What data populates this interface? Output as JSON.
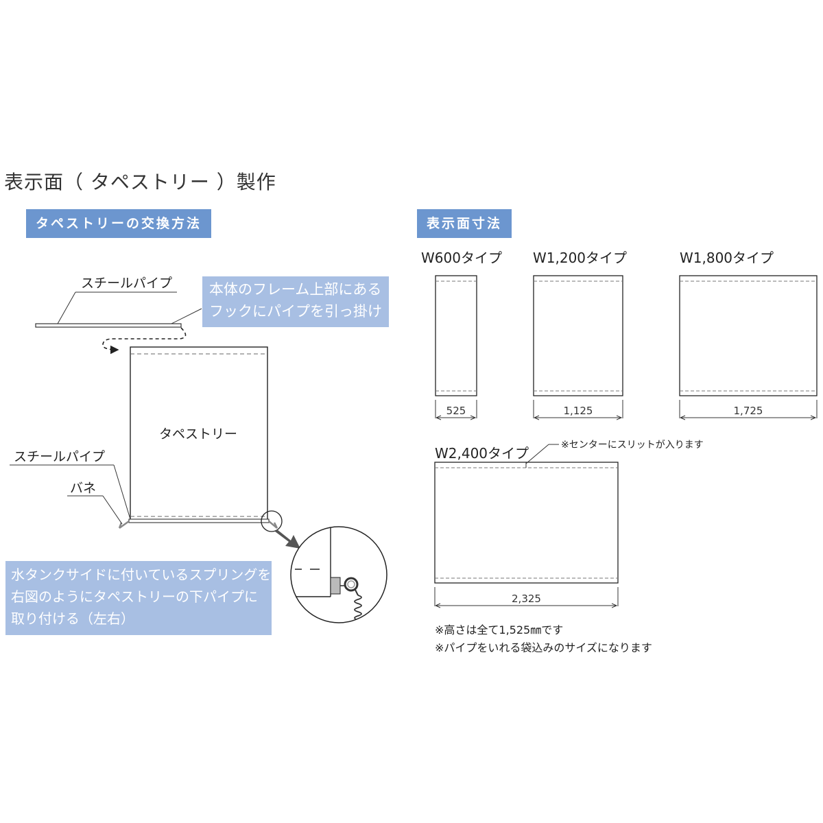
{
  "title": "表示面（ タペストリー ）製作",
  "left_section": {
    "label": "タペストリーの交換方法",
    "pipe_label_top": "スチールパイプ",
    "note_top": [
      "本体のフレーム上部にある",
      "フックにパイプを引っ掛ける"
    ],
    "tapestry_label": "タペストリー",
    "pipe_label_bottom": "スチールパイプ",
    "spring_label": "バネ",
    "note_bottom": [
      "水タンクサイドに付いているスプリングを",
      "右図のようにタペストリーの下パイプに",
      "取り付ける（左右）"
    ]
  },
  "right_section": {
    "label": "表示面寸法",
    "types": [
      {
        "name": "W600タイプ",
        "width": "525"
      },
      {
        "name": "W1,200タイプ",
        "width": "1,125"
      },
      {
        "name": "W1,800タイプ",
        "width": "1,725"
      },
      {
        "name": "W2,400タイプ",
        "width": "2,325"
      }
    ],
    "slit_note": "※センターにスリットが入ります",
    "footnotes": [
      "※高さは全て1,525㎜です",
      "※パイプをいれる袋込みのサイズになります"
    ]
  },
  "colors": {
    "section_bg": "#6c96cf",
    "note_bg": "#a8bfe3",
    "line": "#222222"
  }
}
